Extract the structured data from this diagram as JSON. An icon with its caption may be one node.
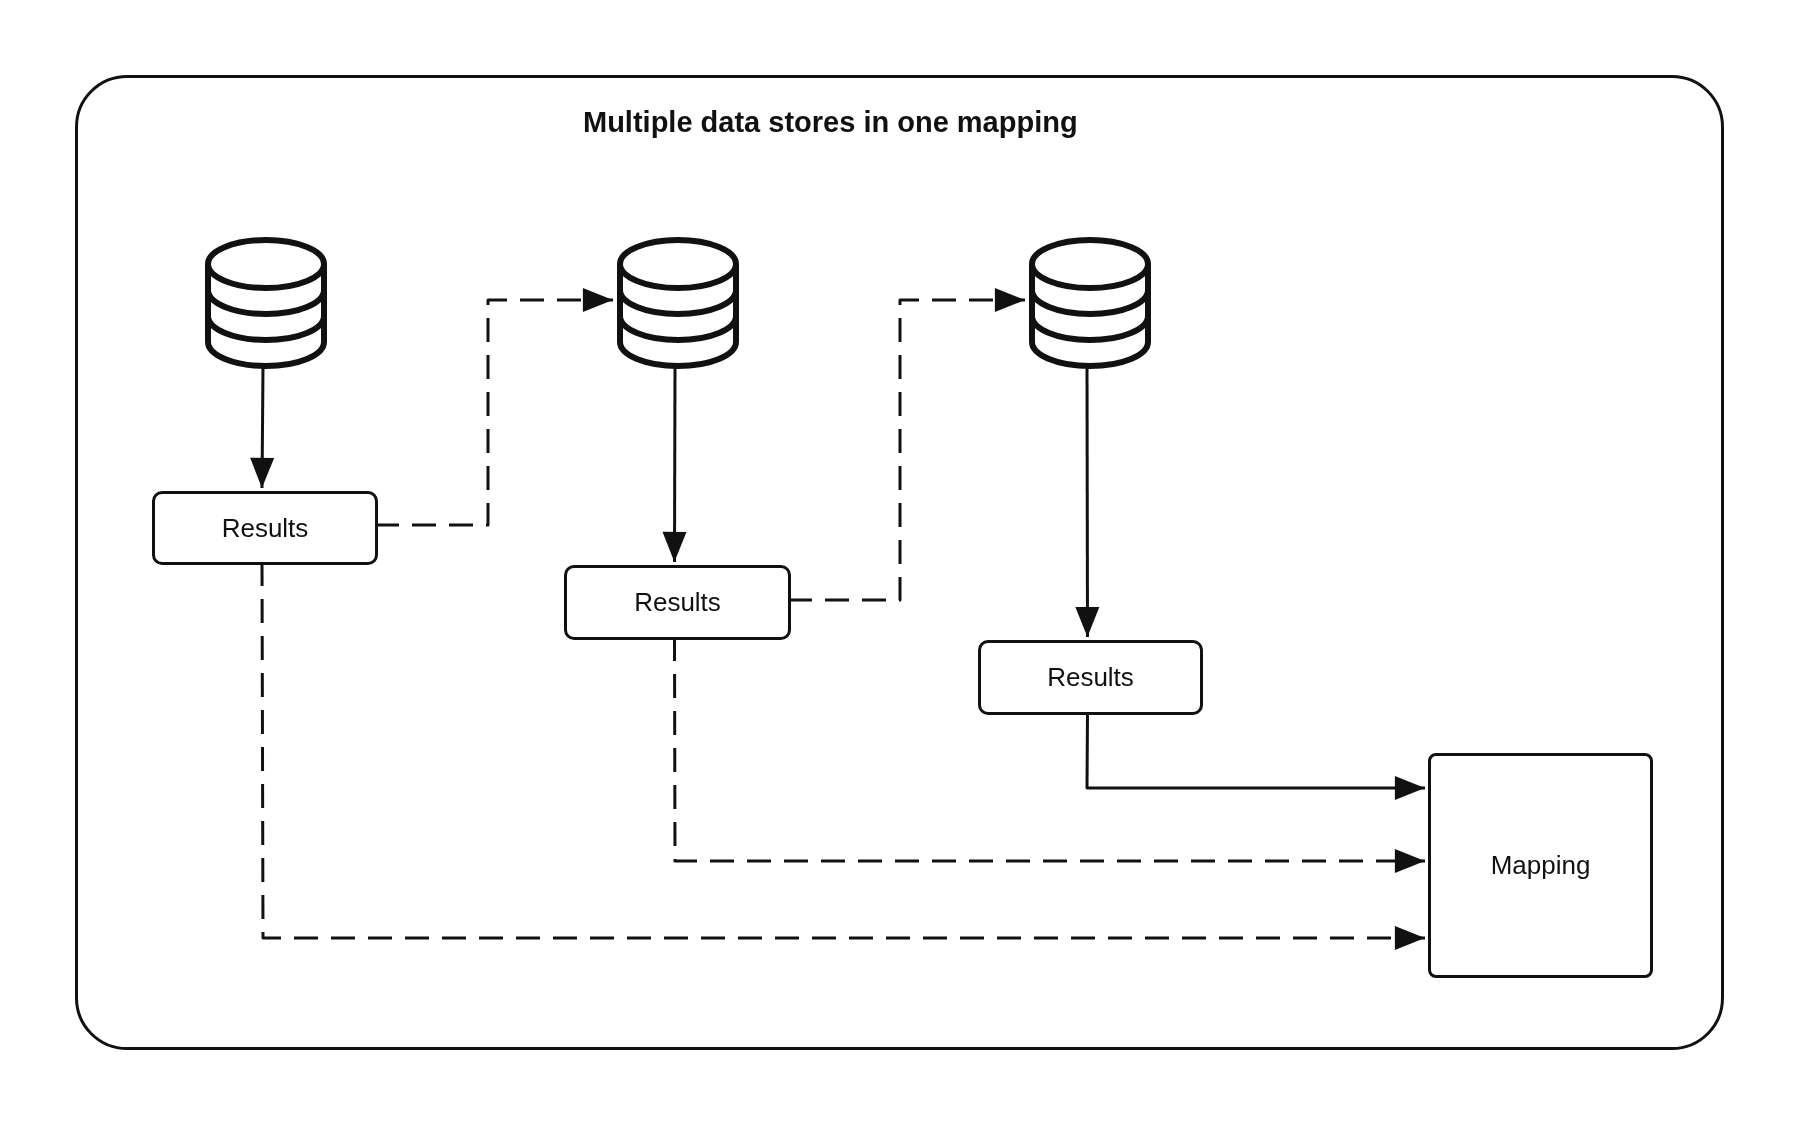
{
  "diagram": {
    "nodes": [
      {
        "text": [
          "Multiple data stores in one mapping"
        ]
      },
      {
        "text": [],
        "shape": "cylinder",
        "in": 0
      },
      {
        "text": [
          "Results"
        ],
        "in": 0
      },
      {
        "text": [],
        "shape": "cylinder",
        "in": 0
      },
      {
        "text": [
          "Results"
        ],
        "in": 0
      },
      {
        "text": [],
        "shape": "cylinder",
        "in": 0
      },
      {
        "text": [
          "Results"
        ],
        "in": 0
      },
      {
        "text": [
          "Mapping"
        ],
        "in": 0
      }
    ],
    "edges": [
      {
        "from": 1,
        "to": 2,
        "arrow": "to"
      },
      {
        "from": 2,
        "to": 3,
        "arrow": "to",
        "style": "dashed"
      },
      {
        "from": 3,
        "to": 4,
        "arrow": "to"
      },
      {
        "from": 4,
        "to": 5,
        "arrow": "to",
        "style": "dashed"
      },
      {
        "from": 5,
        "to": 6,
        "arrow": "to"
      },
      {
        "from": 6,
        "to": 7,
        "arrow": "to"
      },
      {
        "from": 4,
        "to": 7,
        "arrow": "to",
        "style": "dashed"
      },
      {
        "from": 2,
        "to": 7,
        "arrow": "to",
        "style": "dashed"
      }
    ]
  }
}
